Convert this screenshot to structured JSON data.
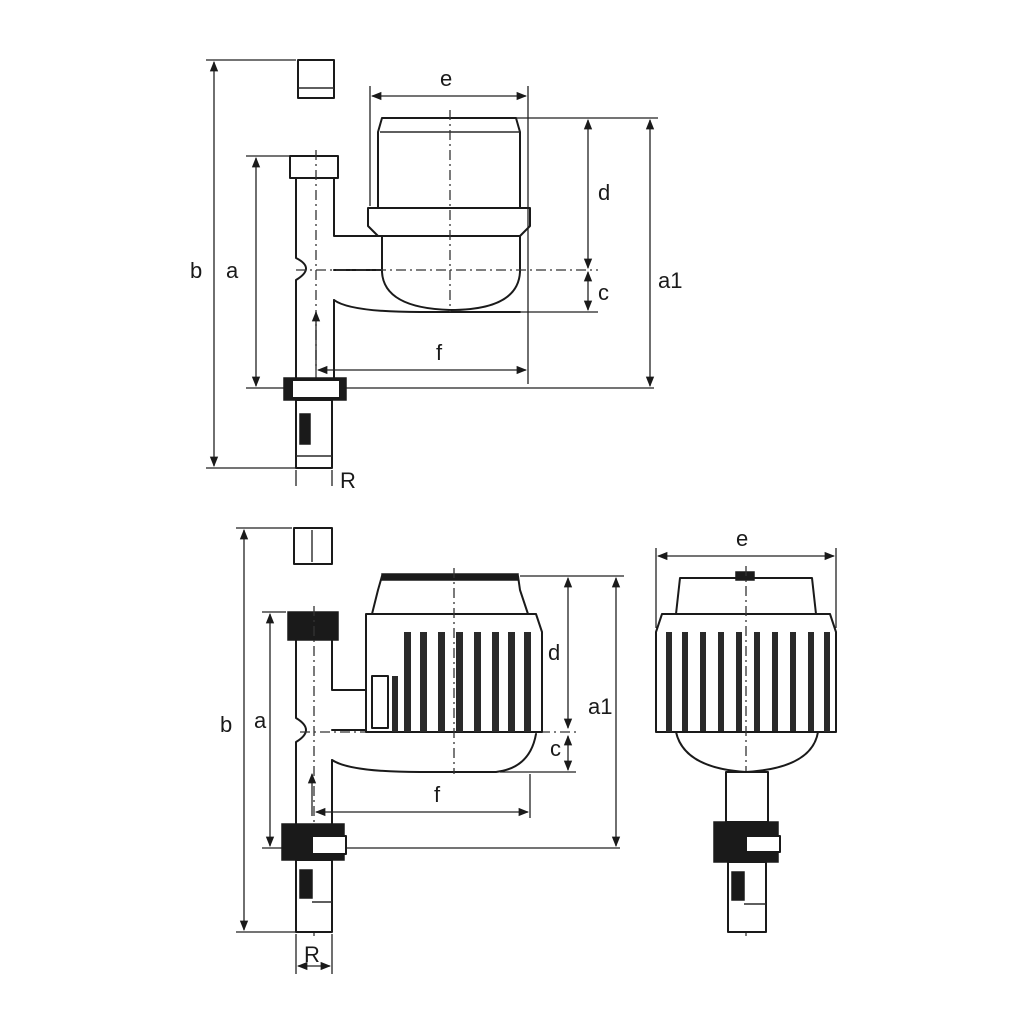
{
  "figure_top": {
    "labels": {
      "e": "e",
      "d": "d",
      "c": "c",
      "a1": "a1",
      "b": "b",
      "a": "a",
      "f": "f",
      "R": "R"
    }
  },
  "figure_bottom_side": {
    "labels": {
      "d": "d",
      "c": "c",
      "a1": "a1",
      "b": "b",
      "a": "a",
      "f": "f",
      "R": "R"
    }
  },
  "figure_bottom_front": {
    "labels": {
      "e": "e"
    }
  },
  "colors": {
    "line": "#1a1a1a",
    "background": "#ffffff"
  }
}
